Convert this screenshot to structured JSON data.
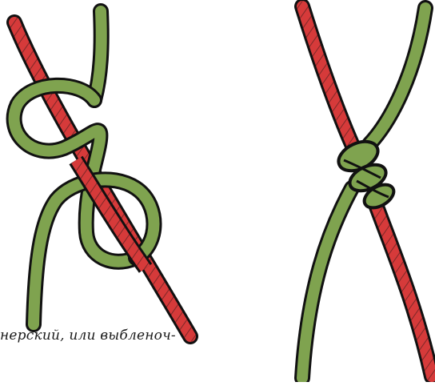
{
  "caption_text": "нерский, или выбленоч-",
  "colors": {
    "red_rope": "#d63a3a",
    "green_rope": "#7fa34f",
    "outline": "#111111",
    "background": "#ffffff"
  },
  "figures": [
    {
      "name": "knot-tying-steps",
      "description_icon": "knot-loop-icon"
    },
    {
      "name": "knot-finished",
      "description_icon": "knot-tight-icon"
    }
  ]
}
